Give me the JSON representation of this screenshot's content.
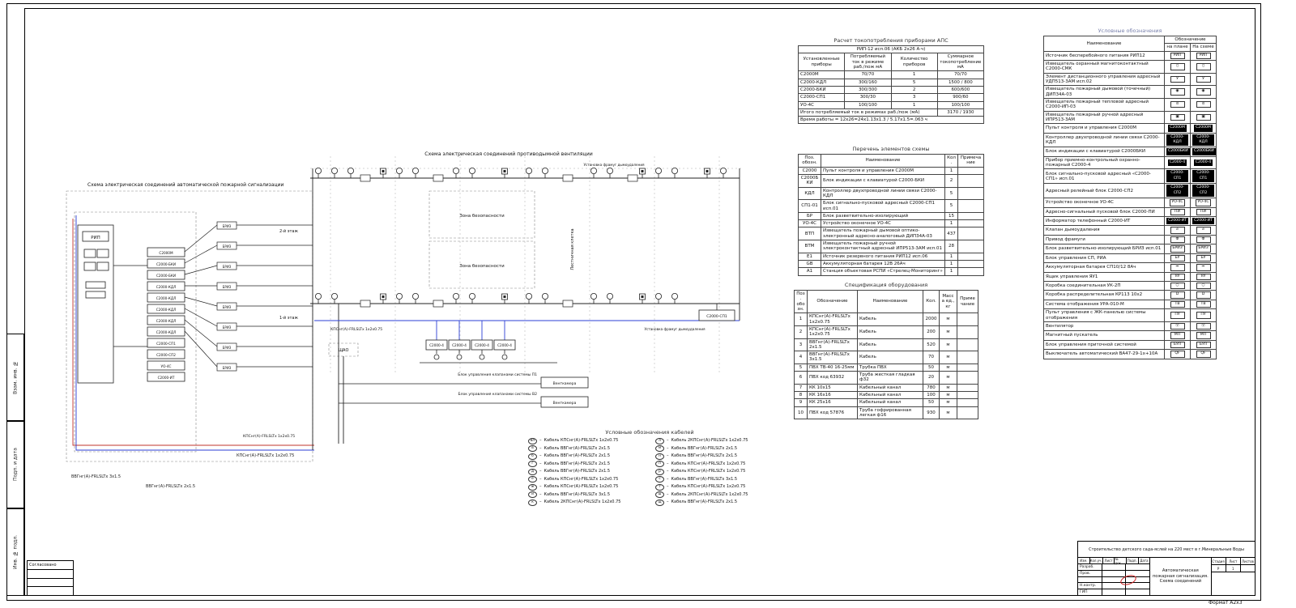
{
  "sheet": {
    "format": "Формат А2х3",
    "margin_labels": [
      "Взам. инв. №",
      "Подп. и дата",
      "Инв. № подл."
    ],
    "attestation_rows": [
      "Согласовано",
      "",
      "",
      ""
    ]
  },
  "diagram": {
    "title_aps": "Схема электрическая соединений автоматической пожарной сигнализации",
    "title_vent": "Схема электрическая соединений противодымной вентиляции",
    "floor2": "2-й этаж",
    "floor1": "1-й этаж",
    "safety_zone": "Зона безопасности",
    "vent_room": "Венткамера",
    "damper_p1": "Блок управления клапанами системы П1",
    "damper_v2": "Блок управления клапанами системы В2",
    "stair": "Лестничная клетка",
    "frame_units": "Установка фрамуг дымоудаления",
    "rip": "РИП",
    "shao": "ЩАО",
    "briz": "БРИЗ",
    "s2000_4": "С2000-4",
    "sp1_right": "С2000-СП1",
    "stack": [
      "С2000М",
      "С2000-БКИ",
      "С2000-БКИ",
      "С2000-КДЛ",
      "С2000-КДЛ",
      "С2000-КДЛ",
      "С2000-КДЛ",
      "С2000-КДЛ",
      "С2000-СП1",
      "С2000-СП2",
      "УО-4С",
      "С2000-ИТ"
    ],
    "cable_kps": "КПСнг(А)-FRLSLTx 1х2х0.75",
    "cable_vvg2": "ВВГнг(А)-FRLSLTx 2х1.5",
    "cable_vvg3": "ВВГнг(А)-FRLSLTx 3х1.5"
  },
  "consumption_table": {
    "title": "Расчет токопотребления приборами АПС",
    "subtitle": "РИП-12 исп.06 (АКБ 2х26 А·ч)",
    "col_headers": [
      "Установленные приборы",
      "Потребляемый ток в режиме раб./пож мА",
      "Количество приборов",
      "Суммарное токопотребление мА"
    ],
    "rows": [
      [
        "С2000М",
        "70/70",
        "1",
        "70/70"
      ],
      [
        "С2000-КДЛ",
        "300/160",
        "5",
        "1500 / 800"
      ],
      [
        "С2000-БКИ",
        "300/300",
        "2",
        "600/600"
      ],
      [
        "С2000-СП1",
        "300/30",
        "3",
        "900/60"
      ],
      [
        "УО-4С",
        "100/100",
        "1",
        "100/100"
      ]
    ],
    "total_label": "Итого потребляемый ток в режимах раб./пож (мА)",
    "total_value": "3170 / 1930",
    "footer": "Время работы = 12х26=24х1.13х1.3 / 5.17х1.5=.063 ч"
  },
  "elements_table": {
    "title": "Перечень элементов схемы",
    "col_headers": [
      "Поз. обозн.",
      "Наименование",
      "Кол.",
      "Примечание"
    ],
    "rows": [
      [
        "С2000",
        "Пульт контроля и управления С2000М",
        "1",
        ""
      ],
      [
        "С2000БКИ",
        "Блок индикации с клавиатурой С2000-БКИ",
        "2",
        ""
      ],
      [
        "КДЛ",
        "Контроллер двухпроводной линии связи С2000-КДЛ",
        "5",
        ""
      ],
      [
        "СП1-01",
        "Блок сигнально-пусковой адресный С2000-СП1 исп.01",
        "5",
        ""
      ],
      [
        "БР",
        "Блок разветвительно-изолирующий",
        "15",
        ""
      ],
      [
        "УО-4С",
        "Устройство оконечное УО-4С",
        "1",
        ""
      ],
      [
        "ВТП",
        "Извещатель пожарный дымовой оптико-электронный адресно-аналоговый ДИП34А-03",
        "437",
        ""
      ],
      [
        "ВТМ",
        "Извещатель пожарный ручной электроконтактный адресный ИПР513-3АМ исп.01",
        "28",
        ""
      ],
      [
        "Е1",
        "Источник резервного питания РИП12 исп.06",
        "1",
        ""
      ],
      [
        "GB",
        "Аккумуляторная батарея 12В 26Ач",
        "1",
        ""
      ],
      [
        "А1",
        "Станция объектовая РСПИ «Стрелец-Мониторинг»",
        "1",
        ""
      ]
    ]
  },
  "spec_table": {
    "title": "Спецификация оборудования",
    "col_headers": [
      "Поз. обозн.",
      "Обозначение",
      "Наименование",
      "Кол.",
      "Масса ед., кг",
      "Примечание"
    ],
    "rows": [
      [
        "1",
        "КПСнг(А)-FRLSLTx 1х2х0.75",
        "Кабель",
        "2000",
        "м",
        ""
      ],
      [
        "2",
        "КПСнг(А)-FRLSLTx 1х2х0.75",
        "Кабель",
        "200",
        "м",
        ""
      ],
      [
        "3",
        "ВВГнг(А)-FRLSLTx 2х1.5",
        "Кабель",
        "520",
        "м",
        ""
      ],
      [
        "4",
        "ВВГнг(А)-FRLSLTx 3х1.5",
        "Кабель",
        "70",
        "м",
        ""
      ],
      [
        "5",
        "ПВХ ТВ-40 16-25мм",
        "Трубка ПВХ",
        "50",
        "м",
        ""
      ],
      [
        "6",
        "ПВХ код 63932",
        "Труба жесткая гладкая ф32",
        "20",
        "м",
        ""
      ],
      [
        "7",
        "КК 10х15",
        "Кабельный канал",
        "780",
        "м",
        ""
      ],
      [
        "8",
        "КК 16х16",
        "Кабельный канал",
        "100",
        "м",
        ""
      ],
      [
        "9",
        "КК 25х16",
        "Кабельный канал",
        "50",
        "м",
        ""
      ],
      [
        "10",
        "ПВХ код 57876",
        "Труба гофрированная легкая ф16",
        "930",
        "м",
        ""
      ]
    ]
  },
  "legend_table": {
    "title": "Условные обозначения",
    "h_name": "Наименование",
    "h_designation": "Обозначение",
    "h_plan": "на плане",
    "h_scheme": "На схеме",
    "rows": [
      {
        "name": "Источник бесперебойного питания РИП12",
        "sym": "РИП",
        "dark": false
      },
      {
        "name": "Извещатель охранный магнитоконтактный С2000-СМК",
        "sym": "▯",
        "dark": false
      },
      {
        "name": "Элемент дистанционного управления адресный УДП513-3АМ исп.02",
        "sym": "У",
        "dark": false
      },
      {
        "name": "Извещатель пожарный дымовой (точечный) ДИП34А-03",
        "sym": "◉",
        "dark": false
      },
      {
        "name": "Извещатель пожарный тепловой адресный С2000-ИП-03",
        "sym": "⊙",
        "dark": false
      },
      {
        "name": "Извещатель пожарный ручной адресный ИПР513-3АМ",
        "sym": "▣",
        "dark": false
      },
      {
        "name": "Пульт контроля и управления С2000М",
        "sym": "С2000М",
        "dark": true
      },
      {
        "name": "Контроллер двухпроводной линии связи С2000-КДЛ",
        "sym": "С2000-КДЛ",
        "dark": true
      },
      {
        "name": "Блок индикации с клавиатурой С2000БКИ",
        "sym": "С2000БКИ",
        "dark": true
      },
      {
        "name": "Прибор приемно-контрольный охранно-пожарный С2000-4",
        "sym": "С2000-4",
        "dark": true
      },
      {
        "name": "Блок сигнально-пусковой адресный «С2000-СП1» исп.01",
        "sym": "С2000-СП1",
        "dark": true
      },
      {
        "name": "Адресный релейный блок С2000-СП2",
        "sym": "С2000-СП2",
        "dark": true
      },
      {
        "name": "Устройство оконечное УО-4С",
        "sym": "УО-4С",
        "dark": false
      },
      {
        "name": "Адресно-сигнальный пусковой блок С2000-ПИ",
        "sym": "ПИ",
        "dark": false
      },
      {
        "name": "Информатор телефонный С2000-ИТ",
        "sym": "С2000-ИТ",
        "dark": true
      },
      {
        "name": "Клапан дымоудаления",
        "sym": "⌀",
        "dark": false
      },
      {
        "name": "Привод фрамуги",
        "sym": "Ф",
        "dark": false
      },
      {
        "name": "Блок разветвительно-изолирующий БРИЗ исп.01",
        "sym": "БРИЗ",
        "dark": false
      },
      {
        "name": "Блок управления СП, РИА",
        "sym": "БУ",
        "dark": false
      },
      {
        "name": "Аккумуляторная батарея СП10/12 8Ач",
        "sym": "⎓",
        "dark": false
      },
      {
        "name": "Ящик управления ЯУ1",
        "sym": "ЯУ",
        "dark": false
      },
      {
        "name": "Коробка соединительная УК-2П",
        "sym": "○",
        "dark": false
      },
      {
        "name": "Коробка распределительная КР113 10х2",
        "sym": "D",
        "dark": false
      },
      {
        "name": "Система отображения УРА-010-М",
        "sym": "ТВ",
        "dark": false
      },
      {
        "name": "Пульт управления с ЖК-панелью системы отображения",
        "sym": "ПУ",
        "dark": false
      },
      {
        "name": "Вентилятор",
        "sym": "Ⓥ",
        "dark": false
      },
      {
        "name": "Магнитный пускатель",
        "sym": "МП",
        "dark": false
      },
      {
        "name": "Блок управления приточной системой",
        "sym": "БУП",
        "dark": false
      },
      {
        "name": "Выключатель автоматический ВА47-29-1х+10А",
        "sym": "QF",
        "dark": false
      }
    ]
  },
  "cable_legend": {
    "title": "Условные обозначения кабелей",
    "col1": [
      {
        "tag": "вп",
        "text": "Кабель КПСнг(А)-FRLSLTx 1х2х0.75"
      },
      {
        "tag": "в",
        "text": "Кабель ВВГнг(А)-FRLSLTx 2х1.5"
      },
      {
        "tag": "б",
        "text": "Кабель ВВГнг(А)-FRLSLTx 2х1.5"
      },
      {
        "tag": "г",
        "text": "Кабель ВВГнг(А)-FRLSLTx 2х1.5"
      },
      {
        "tag": "д",
        "text": "Кабель ВВГнг(А)-FRLSLTx 2х1.5"
      },
      {
        "tag": "е",
        "text": "Кабель КПСнг(А)-FRLSLTx 1х2х0.75"
      },
      {
        "tag": "ж",
        "text": "Кабель КПСнг(А)-FRLSLTx 1х2х0.75"
      },
      {
        "tag": "и",
        "text": "Кабель ВВГнг(А)-FRLSLTx 3х1.5"
      },
      {
        "tag": "к",
        "text": "Кабель 2КПСнг(А)-FRLSLTx 1х2х0.75"
      }
    ],
    "col2": [
      {
        "tag": "л",
        "text": "Кабель 2КПСнг(А)-FRLSLTx 1х2х0.75"
      },
      {
        "tag": "м",
        "text": "Кабель ВВГнг(А)-FRLSLTx 2х1.5"
      },
      {
        "tag": "н",
        "text": "Кабель ВВГнг(А)-FRLSLTx 2х1.5"
      },
      {
        "tag": "п",
        "text": "Кабель КПСнг(А)-FRLSLTx 1х2х0.75"
      },
      {
        "tag": "р",
        "text": "Кабель КПСнг(А)-FRLSLTx 1х2х0.75"
      },
      {
        "tag": "с",
        "text": "Кабель ВВГнг(А)-FRLSLTx 3х1.5"
      },
      {
        "tag": "т",
        "text": "Кабель КПСнг(А)-FRLSLTx 1х2х0.75"
      },
      {
        "tag": "ш",
        "text": "Кабель 2КПСнг(А)-FRLSLTx 1х2х0.75"
      },
      {
        "tag": "щ",
        "text": "Кабель ВВГнг(А)-FRLSLTx 2х1.5"
      }
    ]
  },
  "title_block": {
    "cols": [
      "Изм.",
      "Кол.уч.",
      "Лист",
      "№ док.",
      "Подп.",
      "Дата"
    ],
    "roles": [
      [
        "Разраб.",
        "",
        ""
      ],
      [
        "Пров.",
        "",
        ""
      ],
      [
        "",
        "",
        ""
      ],
      [
        "Н.контр.",
        "",
        ""
      ],
      [
        "ГИП",
        "",
        ""
      ]
    ],
    "project": "Строительство детского сада-яслей на 220 мест в г.Минеральные Воды",
    "doc_title": "Автоматическая пожарная сигнализация. Схема соединений",
    "stage_label": "Стадия",
    "sheet_label": "Лист",
    "sheets_label": "Листов",
    "stage": "Р",
    "sheet_no": "1",
    "sheets": ""
  }
}
